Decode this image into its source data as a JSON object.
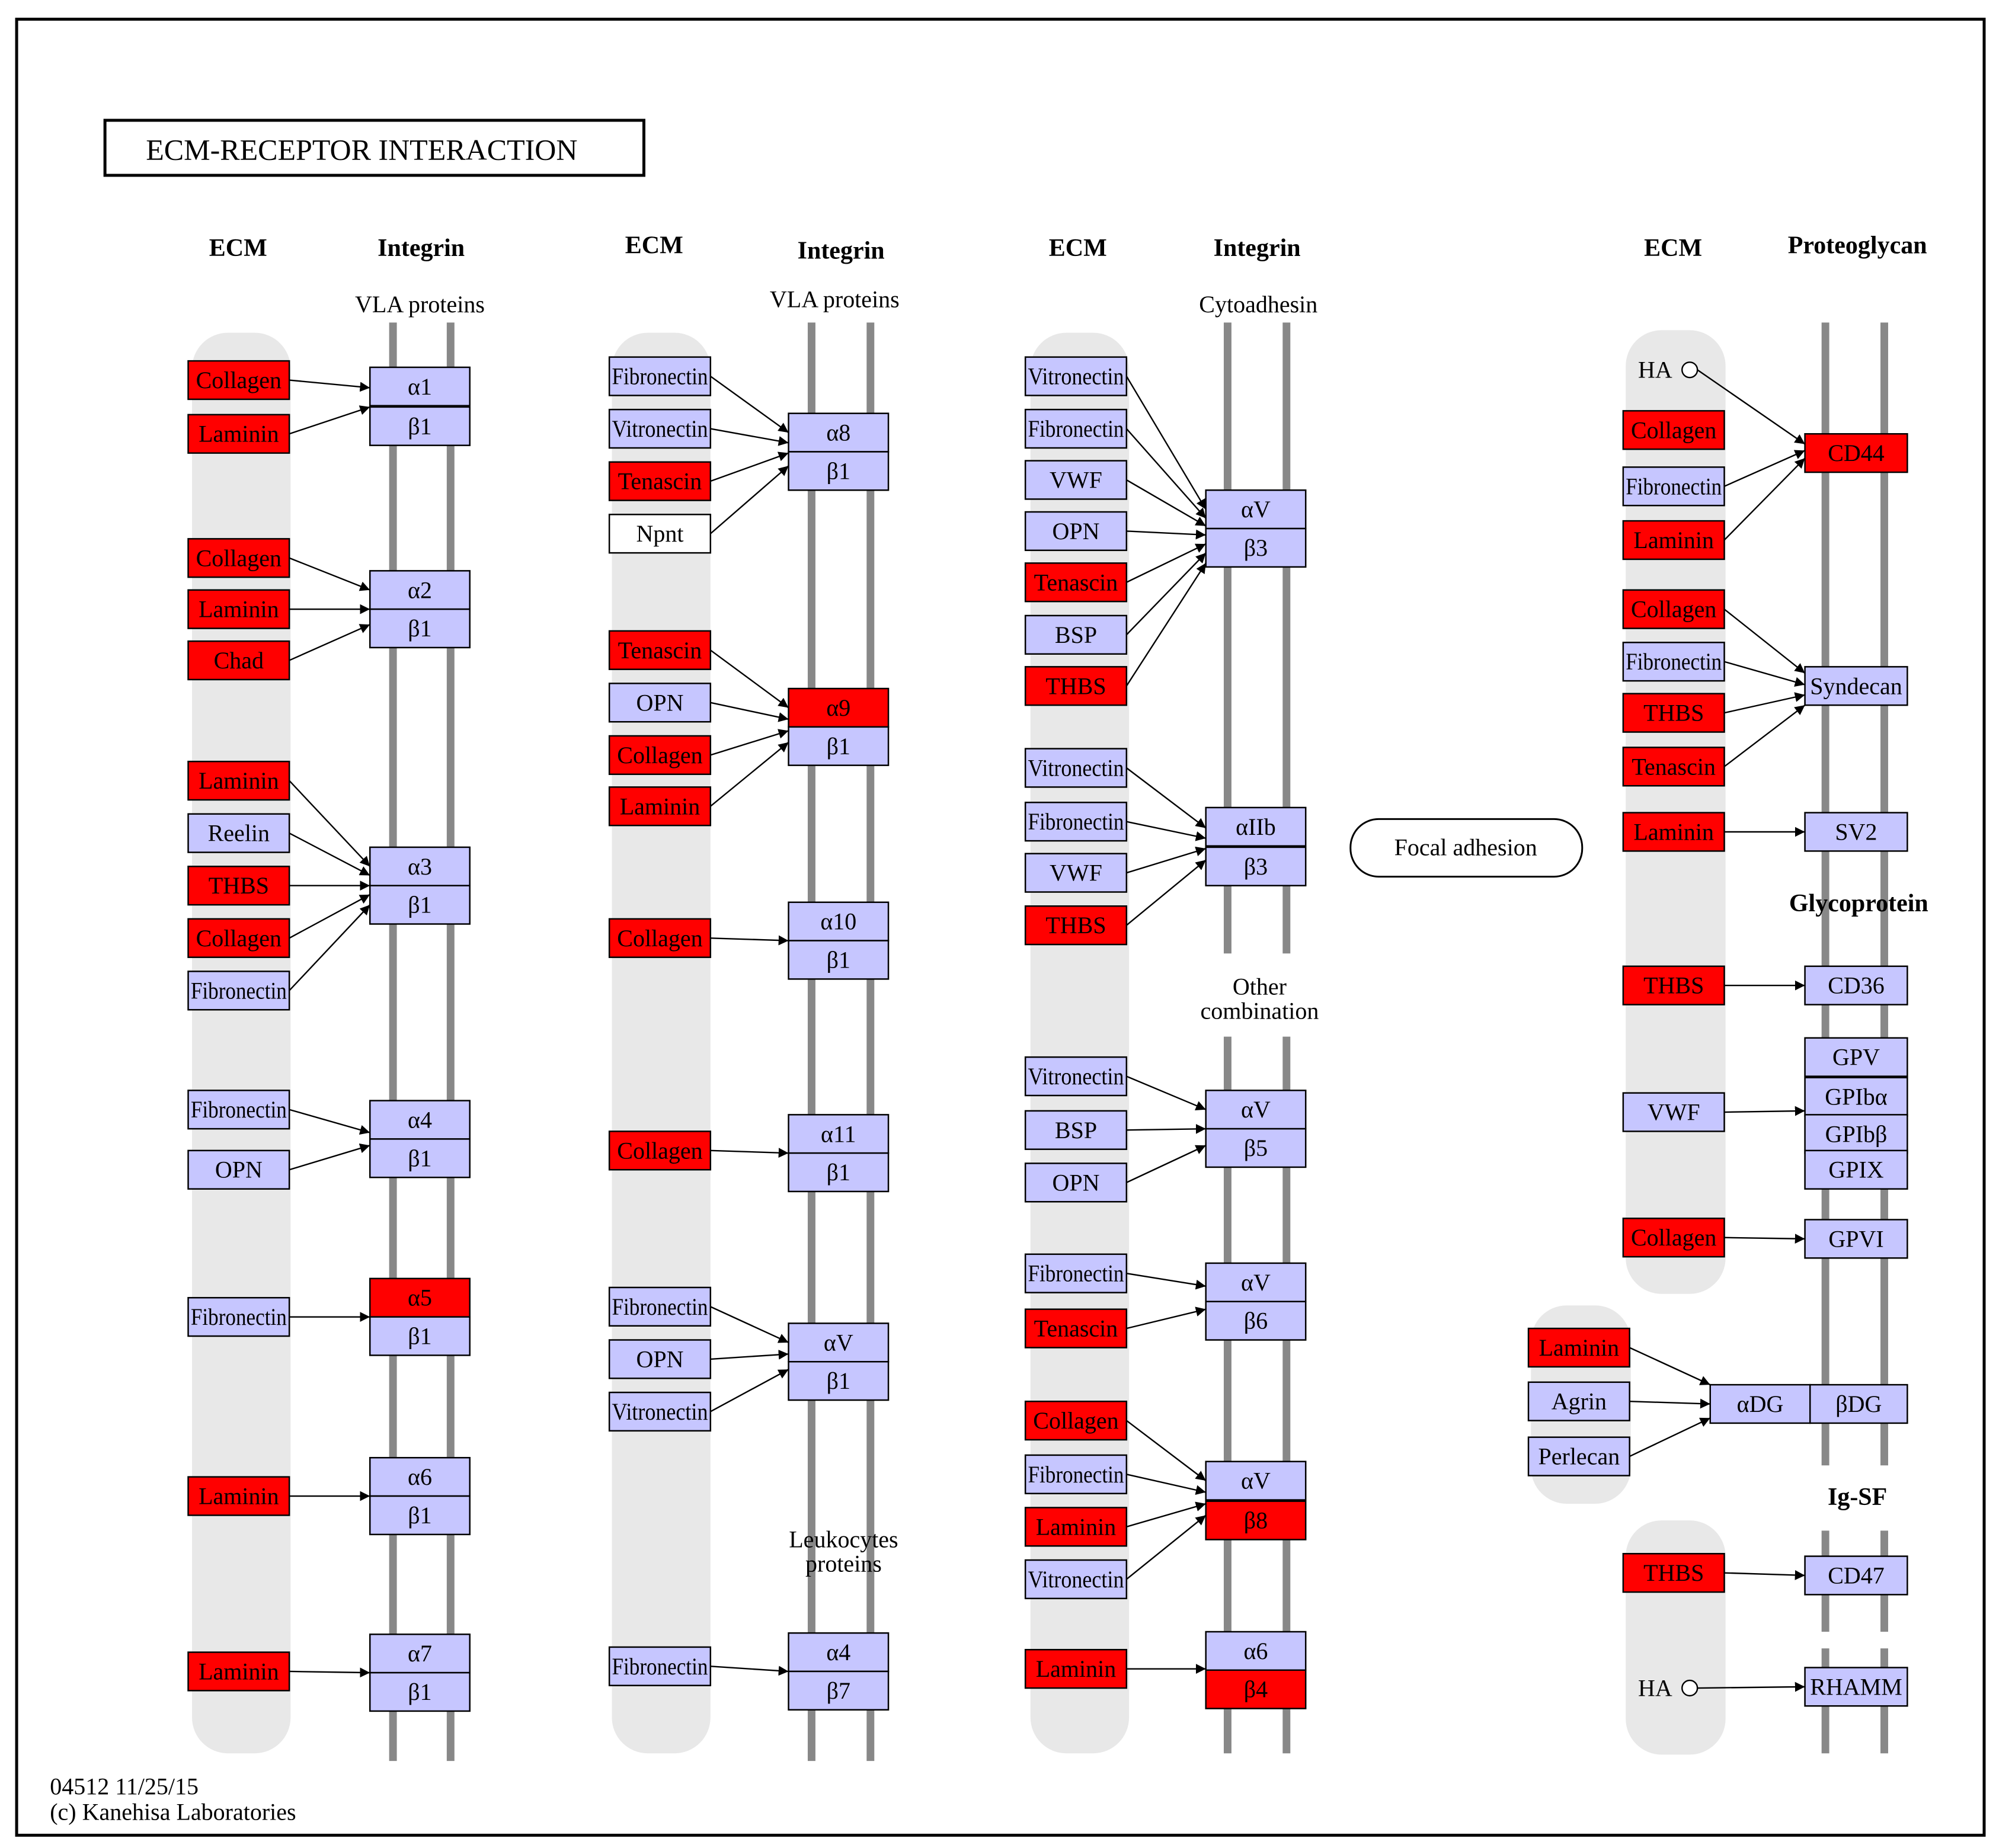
{
  "title": "ECM-RECEPTOR INTERACTION",
  "footer": [
    "04512 11/25/15",
    "(c) Kanehisa Laboratories"
  ],
  "colors": {
    "highlight": "#ff0000",
    "normal": "#c6c6ff",
    "plain": "#ffffff",
    "membrane": "#888888",
    "zone": "#e8e8e8",
    "border": "#000000"
  },
  "headers": [
    "ECM",
    "Integrin",
    "ECM",
    "Integrin",
    "ECM",
    "Integrin",
    "ECM",
    "Proteoglycan",
    "Glycoprotein",
    "Ig-SF"
  ],
  "labels": [
    "VLA proteins",
    "VLA proteins",
    "Cytoadhesin",
    "Other",
    "combination",
    "Leukocytes",
    "proteins"
  ],
  "focal_adhesion": "Focal adhesion",
  "ligands": [
    {
      "t": "Collagen",
      "s": "red"
    },
    {
      "t": "Laminin",
      "s": "red"
    },
    {
      "t": "Collagen",
      "s": "red"
    },
    {
      "t": "Laminin",
      "s": "red"
    },
    {
      "t": "Chad",
      "s": "red"
    },
    {
      "t": "Laminin",
      "s": "red"
    },
    {
      "t": "Reelin",
      "s": "blue"
    },
    {
      "t": "THBS",
      "s": "red"
    },
    {
      "t": "Collagen",
      "s": "red"
    },
    {
      "t": "Fibronectin",
      "s": "blue"
    },
    {
      "t": "Fibronectin",
      "s": "blue"
    },
    {
      "t": "OPN",
      "s": "blue"
    },
    {
      "t": "Fibronectin",
      "s": "blue"
    },
    {
      "t": "Laminin",
      "s": "red"
    },
    {
      "t": "Laminin",
      "s": "red"
    },
    {
      "t": "Fibronectin",
      "s": "blue"
    },
    {
      "t": "Vitronectin",
      "s": "blue"
    },
    {
      "t": "Tenascin",
      "s": "red"
    },
    {
      "t": "Npnt",
      "s": "white"
    },
    {
      "t": "Tenascin",
      "s": "red"
    },
    {
      "t": "OPN",
      "s": "blue"
    },
    {
      "t": "Collagen",
      "s": "red"
    },
    {
      "t": "Laminin",
      "s": "red"
    },
    {
      "t": "Collagen",
      "s": "red"
    },
    {
      "t": "Collagen",
      "s": "red"
    },
    {
      "t": "Fibronectin",
      "s": "blue"
    },
    {
      "t": "OPN",
      "s": "blue"
    },
    {
      "t": "Vitronectin",
      "s": "blue"
    },
    {
      "t": "Fibronectin",
      "s": "blue"
    },
    {
      "t": "Vitronectin",
      "s": "blue"
    },
    {
      "t": "Fibronectin",
      "s": "blue"
    },
    {
      "t": "VWF",
      "s": "blue"
    },
    {
      "t": "OPN",
      "s": "blue"
    },
    {
      "t": "Tenascin",
      "s": "red"
    },
    {
      "t": "BSP",
      "s": "blue"
    },
    {
      "t": "THBS",
      "s": "red"
    },
    {
      "t": "Vitronectin",
      "s": "blue"
    },
    {
      "t": "Fibronectin",
      "s": "blue"
    },
    {
      "t": "VWF",
      "s": "blue"
    },
    {
      "t": "THBS",
      "s": "red"
    },
    {
      "t": "Vitronectin",
      "s": "blue"
    },
    {
      "t": "BSP",
      "s": "blue"
    },
    {
      "t": "OPN",
      "s": "blue"
    },
    {
      "t": "Fibronectin",
      "s": "blue"
    },
    {
      "t": "Tenascin",
      "s": "red"
    },
    {
      "t": "Collagen",
      "s": "red"
    },
    {
      "t": "Fibronectin",
      "s": "blue"
    },
    {
      "t": "Laminin",
      "s": "red"
    },
    {
      "t": "Vitronectin",
      "s": "blue"
    },
    {
      "t": "Laminin",
      "s": "red"
    },
    {
      "t": "Collagen",
      "s": "red"
    },
    {
      "t": "Fibronectin",
      "s": "blue"
    },
    {
      "t": "Laminin",
      "s": "red"
    },
    {
      "t": "Collagen",
      "s": "red"
    },
    {
      "t": "Fibronectin",
      "s": "blue"
    },
    {
      "t": "THBS",
      "s": "red"
    },
    {
      "t": "Tenascin",
      "s": "red"
    },
    {
      "t": "Laminin",
      "s": "red"
    },
    {
      "t": "THBS",
      "s": "red"
    },
    {
      "t": "VWF",
      "s": "blue"
    },
    {
      "t": "Collagen",
      "s": "red"
    },
    {
      "t": "Laminin",
      "s": "red"
    },
    {
      "t": "Agrin",
      "s": "blue"
    },
    {
      "t": "Perlecan",
      "s": "blue"
    },
    {
      "t": "THBS",
      "s": "red"
    }
  ],
  "receptors": [
    {
      "t": "α1",
      "s": "blue"
    },
    {
      "t": "β1",
      "s": "blue"
    },
    {
      "t": "α2",
      "s": "blue"
    },
    {
      "t": "β1",
      "s": "blue"
    },
    {
      "t": "α3",
      "s": "blue"
    },
    {
      "t": "β1",
      "s": "blue"
    },
    {
      "t": "α4",
      "s": "blue"
    },
    {
      "t": "β1",
      "s": "blue"
    },
    {
      "t": "α5",
      "s": "red"
    },
    {
      "t": "β1",
      "s": "blue"
    },
    {
      "t": "α6",
      "s": "blue"
    },
    {
      "t": "β1",
      "s": "blue"
    },
    {
      "t": "α7",
      "s": "blue"
    },
    {
      "t": "β1",
      "s": "blue"
    },
    {
      "t": "α8",
      "s": "blue"
    },
    {
      "t": "β1",
      "s": "blue"
    },
    {
      "t": "α9",
      "s": "red"
    },
    {
      "t": "β1",
      "s": "blue"
    },
    {
      "t": "α10",
      "s": "blue"
    },
    {
      "t": "β1",
      "s": "blue"
    },
    {
      "t": "α11",
      "s": "blue"
    },
    {
      "t": "β1",
      "s": "blue"
    },
    {
      "t": "αV",
      "s": "blue"
    },
    {
      "t": "β1",
      "s": "blue"
    },
    {
      "t": "α4",
      "s": "blue"
    },
    {
      "t": "β7",
      "s": "blue"
    },
    {
      "t": "αV",
      "s": "blue"
    },
    {
      "t": "β3",
      "s": "blue"
    },
    {
      "t": "αIIb",
      "s": "blue"
    },
    {
      "t": "β3",
      "s": "blue"
    },
    {
      "t": "αV",
      "s": "blue"
    },
    {
      "t": "β5",
      "s": "blue"
    },
    {
      "t": "αV",
      "s": "blue"
    },
    {
      "t": "β6",
      "s": "blue"
    },
    {
      "t": "αV",
      "s": "blue"
    },
    {
      "t": "β8",
      "s": "red"
    },
    {
      "t": "α6",
      "s": "blue"
    },
    {
      "t": "β4",
      "s": "red"
    },
    {
      "t": "CD44",
      "s": "red"
    },
    {
      "t": "Syndecan",
      "s": "blue"
    },
    {
      "t": "SV2",
      "s": "blue"
    },
    {
      "t": "CD36",
      "s": "blue"
    },
    {
      "t": "GPV",
      "s": "blue"
    },
    {
      "t": "GPIbα",
      "s": "blue"
    },
    {
      "t": "GPIbβ",
      "s": "blue"
    },
    {
      "t": "GPIX",
      "s": "blue"
    },
    {
      "t": "GPVI",
      "s": "blue"
    },
    {
      "t": "αDG",
      "s": "blue"
    },
    {
      "t": "βDG",
      "s": "blue"
    },
    {
      "t": "CD47",
      "s": "blue"
    },
    {
      "t": "RHAMM",
      "s": "blue"
    }
  ],
  "ha_labels": [
    "HA",
    "HA"
  ]
}
